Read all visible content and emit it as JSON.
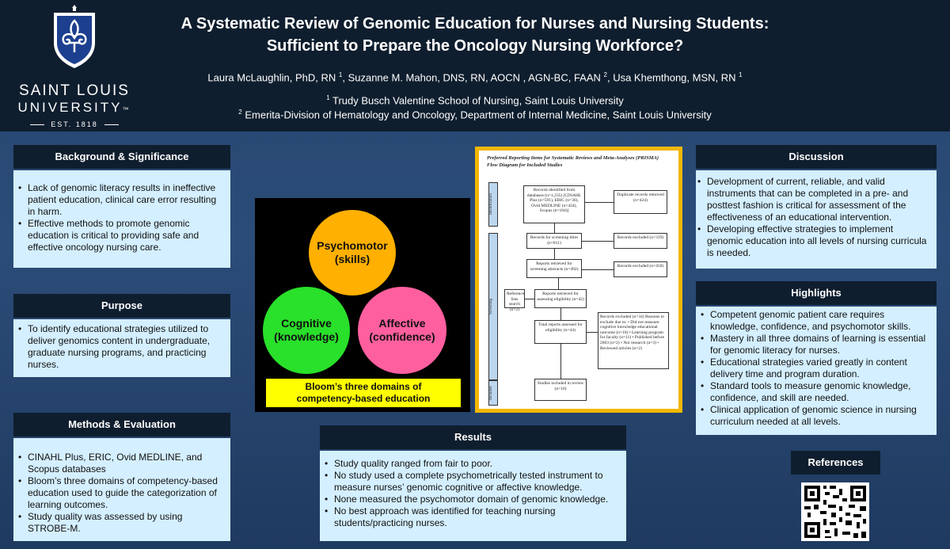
{
  "logo": {
    "name_line1": "SAINT LOUIS",
    "name_line2": "UNIVERSITY",
    "tm": "™",
    "est": "EST. 1818"
  },
  "title": {
    "line1": "A Systematic Review of Genomic Education for Nurses and Nursing Students:",
    "line2": "Sufficient to Prepare the Oncology Nursing Workforce?"
  },
  "authors": {
    "a1": "Laura McLaughlin, PhD, RN ",
    "a1_sup": "1",
    "a2": ", Suzanne M. Mahon, DNS, RN, AOCN  , AGN-BC, FAAN ",
    "a2_sup": "2",
    "a3": ", Usa Khemthong, MSN, RN ",
    "a3_sup": "1"
  },
  "affiliations": [
    {
      "sup": "1",
      "text": " Trudy Busch Valentine School of Nursing, Saint Louis University"
    },
    {
      "sup": "2",
      "text": " Emerita-Division of Hematology and Oncology, Department of Internal Medicine, Saint Louis University"
    }
  ],
  "background": {
    "heading": "Background & Significance",
    "items": [
      "Lack of genomic literacy results in ineffective patient education, clinical care error resulting in harm.",
      "Effective methods to promote genomic education is critical to providing safe and effective oncology nursing care."
    ]
  },
  "purpose": {
    "heading": "Purpose",
    "items": [
      "To identify educational strategies utilized to deliver genomics content in undergraduate, graduate nursing programs, and practicing nurses."
    ]
  },
  "methods": {
    "heading": "Methods & Evaluation",
    "items": [
      "CINAHL Plus, ERIC, Ovid MEDLINE, and Scopus databases",
      "Bloom’s three domains of competency-based education used to guide the categorization of learning outcomes.",
      "Study quality was assessed by using STROBE-M."
    ]
  },
  "bloom": {
    "psychomotor": "Psychomotor",
    "psychomotor_sub": "(skills)",
    "cognitive": "Cognitive",
    "cognitive_sub": "(knowledge)",
    "affective": "Affective",
    "affective_sub": "(confidence)",
    "caption_line1": "Bloom’s three domains of",
    "caption_line2": "competency-based education"
  },
  "prisma": {
    "title": "Preferred Reporting Items for Systematic Reviews and Meta-Analyses (PRISMA) Flow Diagram for Included Studies",
    "stage_identification": "Identification",
    "stage_screening": "Screening",
    "stage_included": "Included",
    "box_identified": "Records identified from databases (n=1,235) [CINAHL Plus (n=591), ERIC (n=36), Ovid MEDLINE (n=424), Scopus (n=184)]",
    "box_duplicates": "Duplicate records removed (n=424)",
    "box_screen_titles": "Records for screening titles (n=811)",
    "box_excluded1": "Records excluded (n=319)",
    "box_abstracts": "Reports retrieved for screening abstracts (n=492)",
    "box_excluded2": "Records excluded (n=450)",
    "box_reference": "Reference lists search (n=2)",
    "box_eligibility": "Reports retrieved for assessing eligibility (n=42)",
    "box_assessed": "Total reports assessed for eligibility (n=44)",
    "box_excluded3": "Records excluded (n=34) Reasons to exclude due to: • Did not measure cognitive knowledge educational outcome (n=16) • Learning program for faculty (n=11) • Published before 2003 (n=2) • Not research (n=3) • Reviewed articles (n=2)",
    "box_included": "Studies included in review (n=10)"
  },
  "results": {
    "heading": "Results",
    "items": [
      " Study quality ranged from fair to poor.",
      "No study used a complete psychometrically tested instrument to measure nurses’ genomic cognitive or affective knowledge.",
      "None measured the psychomotor domain of genomic knowledge.",
      "No best approach was identified for teaching nursing students/practicing nurses."
    ]
  },
  "discussion": {
    "heading": "Discussion",
    "items": [
      "Development of current, reliable, and valid instruments that can be completed in a pre- and posttest fashion is critical for assessment of  the effectiveness of an educational intervention.",
      "Developing effective strategies to implement genomic education into all levels of nursing curricula is needed."
    ]
  },
  "highlights": {
    "heading": "Highlights",
    "items": [
      " Competent genomic patient care requires knowledge, confidence, and psychomotor skills.",
      "Mastery in all three domains of learning is essential for genomic literacy for nurses.",
      "Educational strategies varied greatly in content delivery time and program duration.",
      "Standard tools to measure genomic knowledge, confidence, and skill are needed.",
      "Clinical application of genomic science in nursing curriculum needed at all levels."
    ]
  },
  "references": {
    "heading": "References"
  },
  "colors": {
    "header_bg": "#0f1e2e",
    "box_bg": "#d4efff",
    "page_bg": "#2b4c78",
    "frame": "#f2b700"
  }
}
